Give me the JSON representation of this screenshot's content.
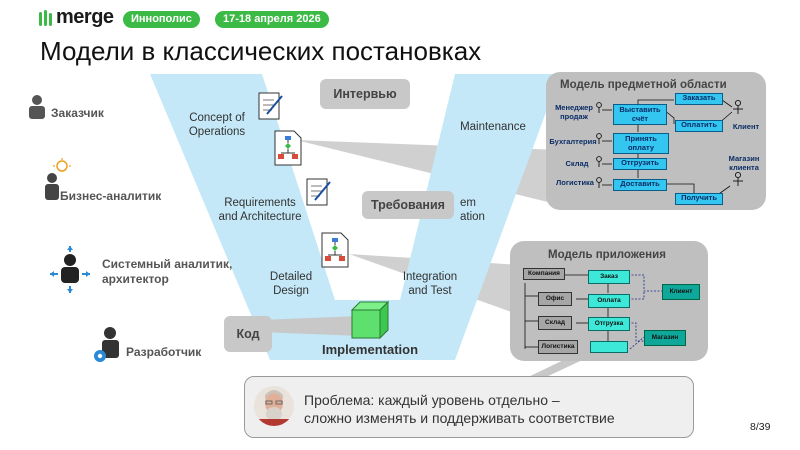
{
  "header": {
    "brand": "merge",
    "city_badge": "Иннополис",
    "date_badge": "17-18 апреля 2026",
    "brand_color": "#3cba46"
  },
  "slide": {
    "title": "Модели в классических постановках",
    "page_number": "8/39"
  },
  "roles": [
    {
      "label": "Заказчик",
      "icon": "customer-person-icon"
    },
    {
      "label": "Бизнес-аналитик",
      "icon": "business-analyst-lightbulb-icon"
    },
    {
      "label": "Системный аналитик,",
      "label2": "архитектор",
      "icon": "system-analyst-arrows-icon"
    },
    {
      "label": "Разработчик",
      "icon": "developer-gear-icon"
    }
  ],
  "vmodel": {
    "left": [
      {
        "line1": "Concept of",
        "line2": "Operations"
      },
      {
        "line1": "Requirements",
        "line2": "and Architecture"
      },
      {
        "line1": "Detailed",
        "line2": "Design"
      }
    ],
    "right": [
      {
        "line1": "Maintenance",
        "line2": ""
      },
      {
        "line1": "em",
        "line2": "ation"
      },
      {
        "line1": "Integration",
        "line2": "and Test"
      }
    ],
    "bottom": "Implementation",
    "color": "#c4e8f7"
  },
  "artifacts": {
    "interview": "Интервью",
    "requirements": "Требования",
    "code": "Код"
  },
  "domain_model": {
    "title": "Модель предметной области",
    "actors": [
      "Менеджер продаж",
      "Бухгалтерия",
      "Склад",
      "Логистика"
    ],
    "right_actors": [
      "Клиент",
      "Магазин клиента"
    ],
    "actions": [
      "Заказать",
      "Выставить счёт",
      "Оплатить",
      "Принять оплату",
      "Отгрузить",
      "Доставить",
      "Получить"
    ]
  },
  "app_model": {
    "title": "Модель приложения",
    "gray": [
      "Компания",
      "Офис",
      "Склад",
      "Логистика"
    ],
    "cyan": [
      "Заказ",
      "Оплата",
      "Отгрузка"
    ],
    "teal": [
      "Клиент",
      "Магазин"
    ]
  },
  "callout": {
    "line1": "Проблема: каждый уровень отдельно –",
    "line2": "сложно  изменять и поддерживать соответствие"
  }
}
